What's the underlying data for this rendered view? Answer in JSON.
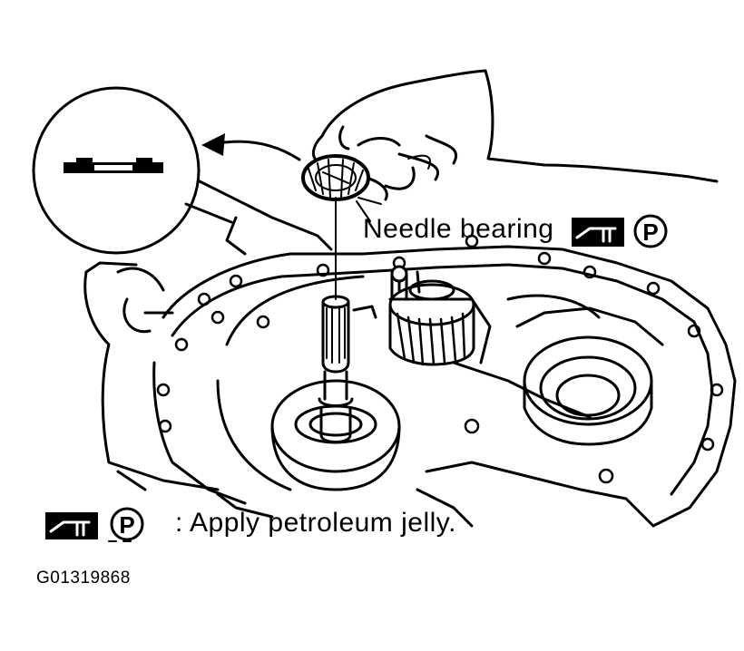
{
  "diagram": {
    "callouts": {
      "needle_bearing": "Needle bearing",
      "symbol_letter": "P"
    },
    "legend": {
      "symbol_letter": "P",
      "text": ": Apply petroleum jelly."
    },
    "figure_id": "G01319868"
  },
  "colors": {
    "ink": "#000000",
    "paper": "#ffffff"
  }
}
